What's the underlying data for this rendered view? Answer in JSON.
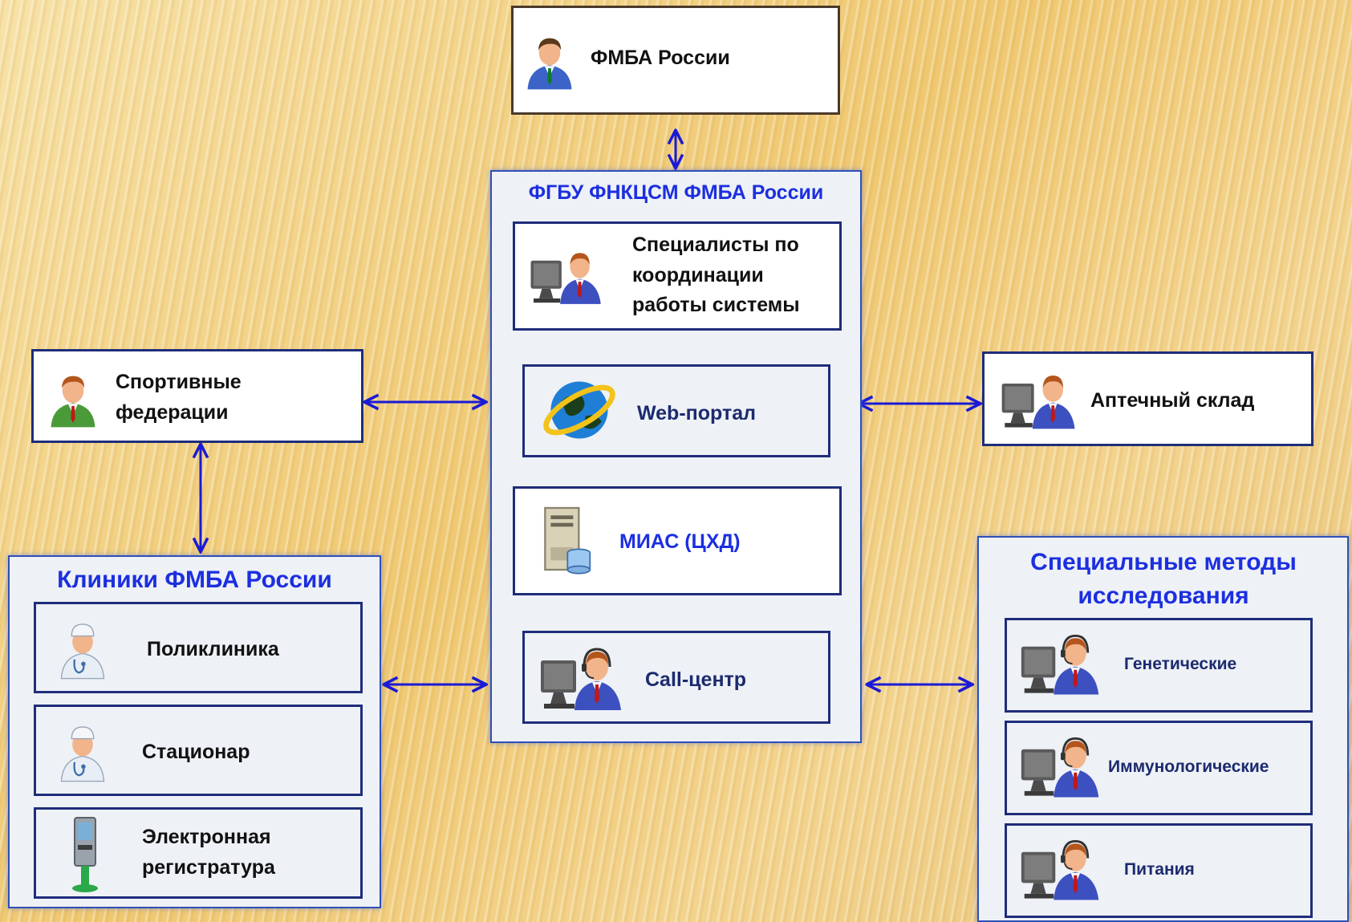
{
  "fmba": {
    "label": "ФМБА России"
  },
  "fgbu": {
    "title": "ФГБУ ФНКЦСМ ФМБА России",
    "specialists": "Специалисты по координации работы системы",
    "web_portal": "Web-портал",
    "mias": "МИАС (ЦХД)",
    "call_center": "Call-центр"
  },
  "sport": {
    "label": "Спортивные федерации"
  },
  "pharmacy": {
    "label": "Аптечный склад"
  },
  "clinics": {
    "title": "Клиники ФМБА России",
    "items": [
      "Поликлиника",
      "Стационар",
      "Электронная регистратура"
    ]
  },
  "methods": {
    "title": "Специальные методы исследования",
    "items": [
      "Генетические",
      "Иммунологические",
      "Питания"
    ]
  },
  "colors": {
    "arrow": "#1a1ad6",
    "title_blue": "#1c2fe0",
    "panel_border": "#2e4fb8"
  }
}
